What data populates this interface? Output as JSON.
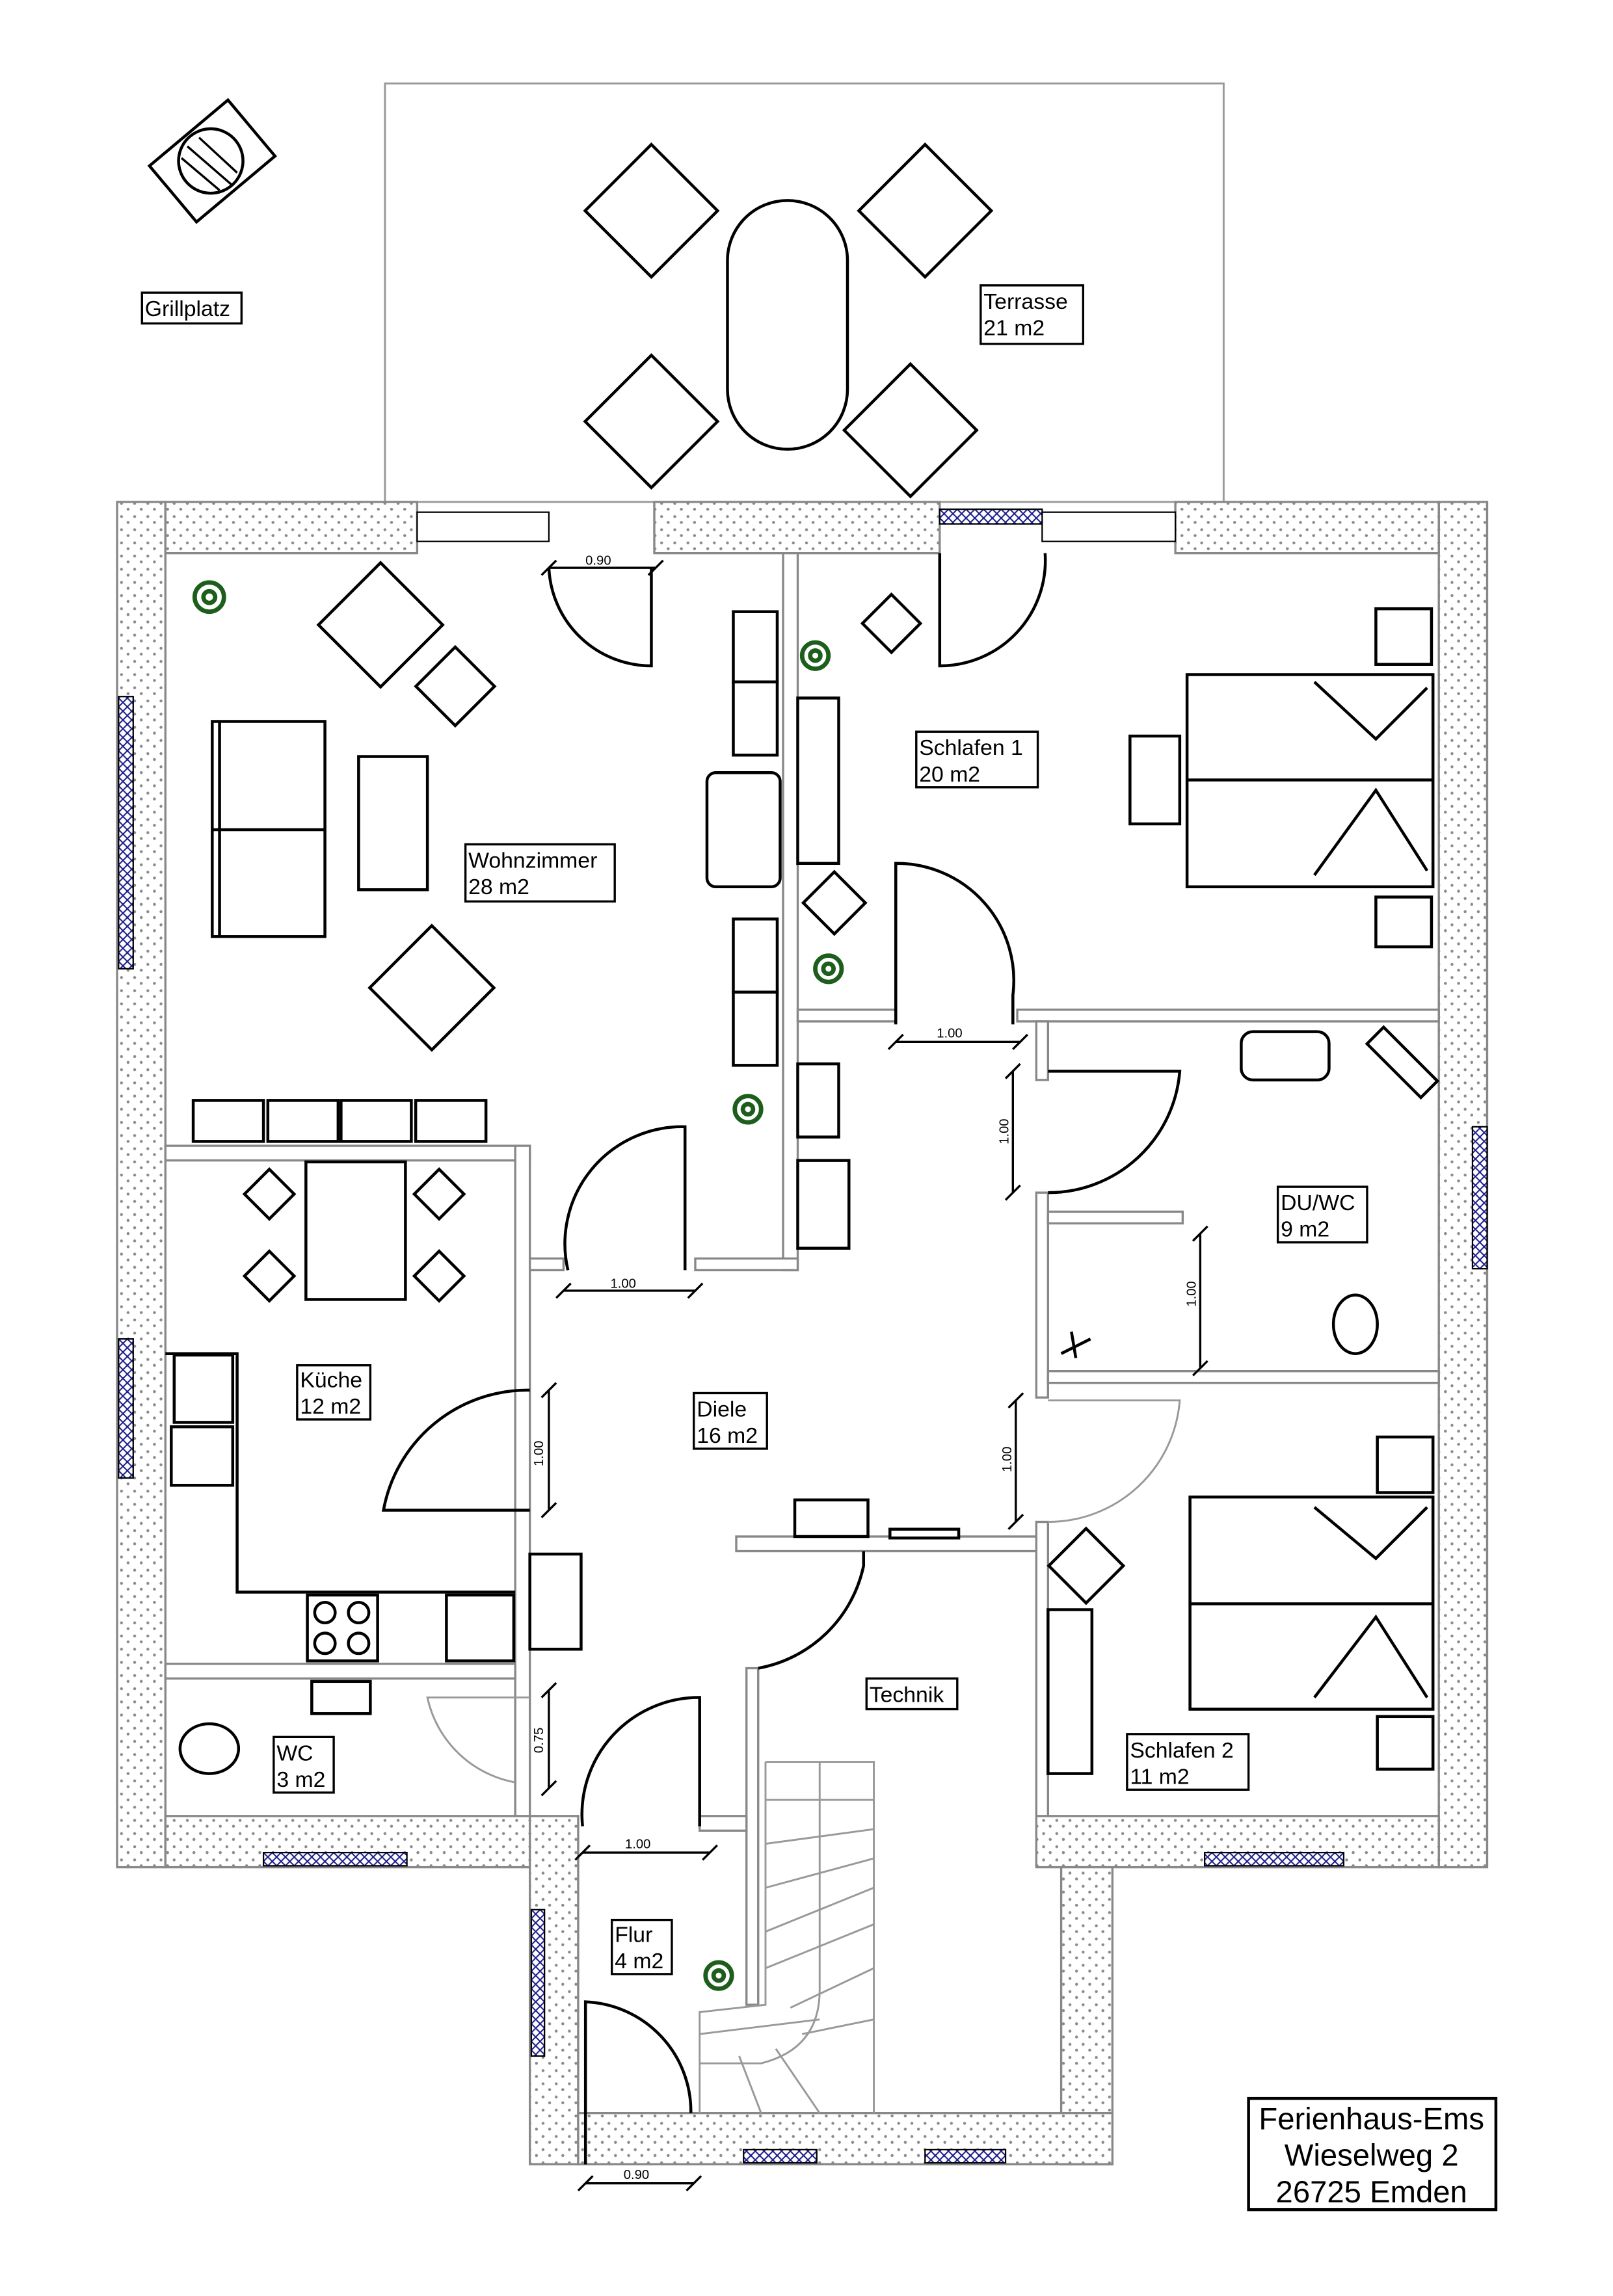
{
  "colors": {
    "wall_dot": "#8a8a8a",
    "plant": "#1d5e1d",
    "window_hatch": "#1a1a8c",
    "line": "#000000"
  },
  "rooms": {
    "grillplatz": {
      "name": "Grillplatz"
    },
    "terrasse": {
      "name": "Terrasse",
      "area": "21 m2"
    },
    "wohnzimmer": {
      "name": "Wohnzimmer",
      "area": "28 m2"
    },
    "schlafen1": {
      "name": "Schlafen 1",
      "area": "20 m2"
    },
    "duwc": {
      "name": "DU/WC",
      "area": "9 m2"
    },
    "kueche": {
      "name": "Küche",
      "area": "12 m2"
    },
    "diele": {
      "name": "Diele",
      "area": "16 m2"
    },
    "technik": {
      "name": "Technik"
    },
    "wc": {
      "name": "WC",
      "area": "3 m2"
    },
    "schlafen2": {
      "name": "Schlafen 2",
      "area": "11 m2"
    },
    "flur": {
      "name": "Flur",
      "area": "4 m2"
    }
  },
  "dimensions": {
    "terrace_door": "0.90",
    "schlafen1_door": "1.00",
    "duwc_door": "1.00",
    "wc_shower": "1.00",
    "wohnzimmer_door": "1.00",
    "kueche_door": "1.00",
    "schlafen2_door": "1.00",
    "wc_door": "0.75",
    "flur_door": "1.00",
    "entrance_door": "0.90"
  },
  "title_block": {
    "line1": "Ferienhaus-Ems",
    "line2": "Wieselweg 2",
    "line3": "26725 Emden"
  }
}
